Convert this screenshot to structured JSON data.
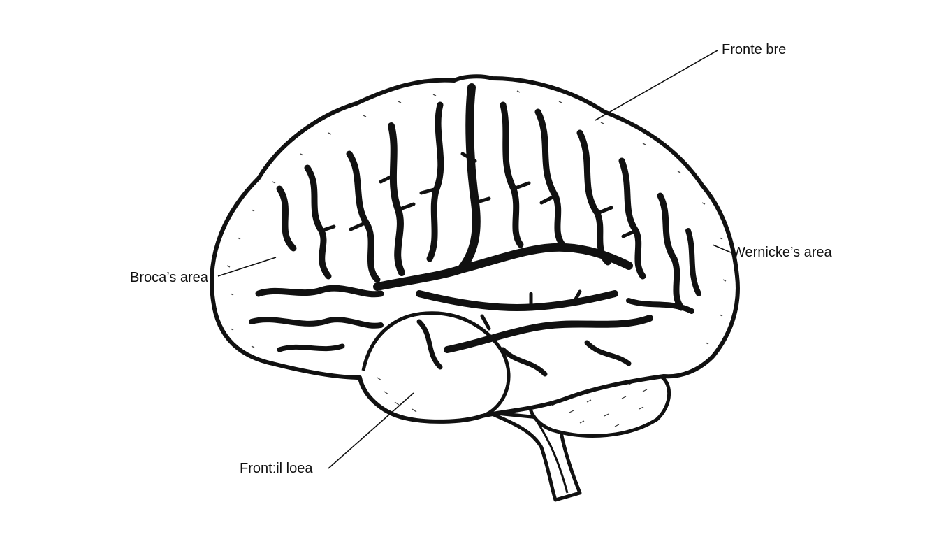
{
  "diagram": {
    "labels": {
      "top_right": "Fronte bre",
      "right": "Wernicke’s area",
      "left": "Broca’s area",
      "bottom": "Frontːil loea"
    },
    "colors": {
      "background": "#ffffff",
      "ink": "#111111"
    }
  }
}
